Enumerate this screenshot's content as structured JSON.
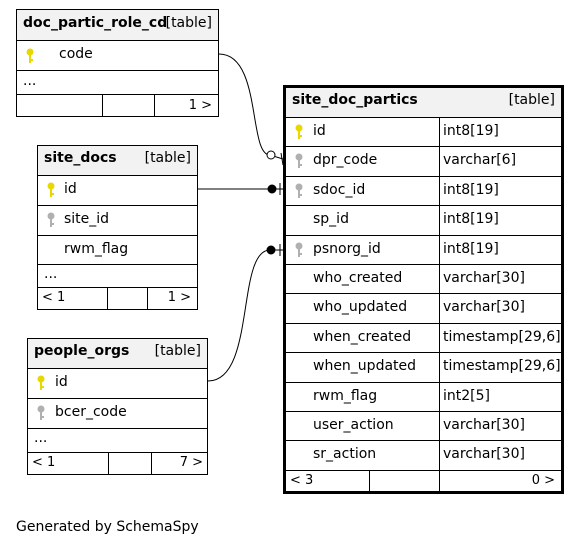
{
  "tables": {
    "doc_partic_role_cd": {
      "name": "doc_partic_role_cd",
      "tag": "[table]",
      "columns": [
        {
          "name": "code",
          "key": "primary"
        }
      ],
      "more": "...",
      "footer": {
        "left": "",
        "mid": "",
        "right": "1 >"
      }
    },
    "site_docs": {
      "name": "site_docs",
      "tag": "[table]",
      "columns": [
        {
          "name": "id",
          "key": "primary"
        },
        {
          "name": "site_id",
          "key": "foreign"
        },
        {
          "name": "rwm_flag",
          "key": ""
        }
      ],
      "more": "...",
      "footer": {
        "left": "< 1",
        "mid": "",
        "right": "1 >"
      }
    },
    "people_orgs": {
      "name": "people_orgs",
      "tag": "[table]",
      "columns": [
        {
          "name": "id",
          "key": "primary"
        },
        {
          "name": "bcer_code",
          "key": "foreign"
        }
      ],
      "more": "...",
      "footer": {
        "left": "< 1",
        "mid": "",
        "right": "7 >"
      }
    },
    "site_doc_partics": {
      "name": "site_doc_partics",
      "tag": "[table]",
      "columns": [
        {
          "name": "id",
          "type": "int8[19]",
          "key": "primary"
        },
        {
          "name": "dpr_code",
          "type": "varchar[6]",
          "key": "foreign"
        },
        {
          "name": "sdoc_id",
          "type": "int8[19]",
          "key": "foreign"
        },
        {
          "name": "sp_id",
          "type": "int8[19]",
          "key": ""
        },
        {
          "name": "psnorg_id",
          "type": "int8[19]",
          "key": "foreign"
        },
        {
          "name": "who_created",
          "type": "varchar[30]",
          "key": ""
        },
        {
          "name": "who_updated",
          "type": "varchar[30]",
          "key": ""
        },
        {
          "name": "when_created",
          "type": "timestamp[29,6]",
          "key": ""
        },
        {
          "name": "when_updated",
          "type": "timestamp[29,6]",
          "key": ""
        },
        {
          "name": "rwm_flag",
          "type": "int2[5]",
          "key": ""
        },
        {
          "name": "user_action",
          "type": "varchar[30]",
          "key": ""
        },
        {
          "name": "sr_action",
          "type": "varchar[30]",
          "key": ""
        }
      ],
      "footer": {
        "left": "< 3",
        "mid": "",
        "right": "0 >"
      }
    }
  },
  "colors": {
    "primary_key": "#e8d800",
    "foreign_key": "#b0b0b0",
    "header_bg": "#f2f2f2"
  },
  "footer_text": "Generated by SchemaSpy"
}
